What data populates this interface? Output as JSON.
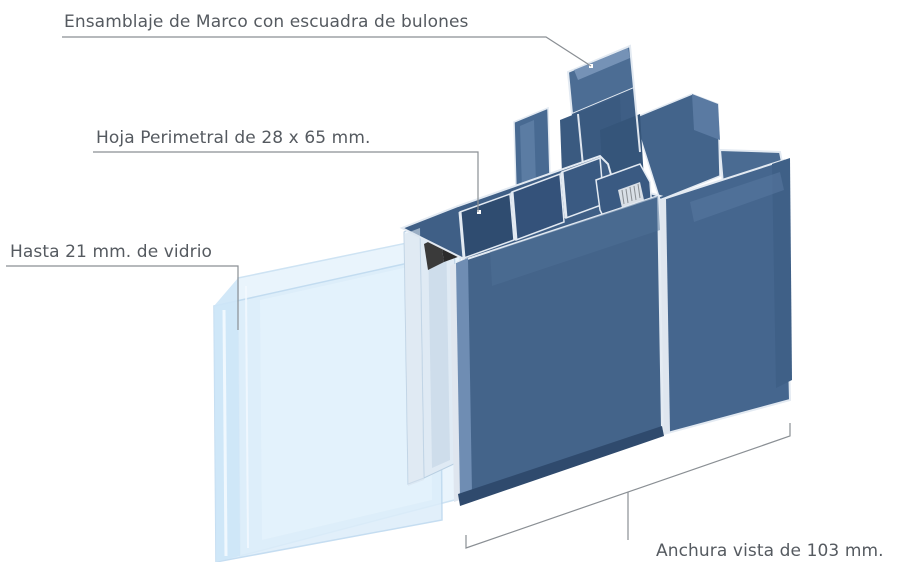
{
  "labels": {
    "frame_assembly": "Ensamblaje de Marco con escuadra de bulones",
    "sash": "Hoja Perimetral de 28 x 65 mm.",
    "glass": "Hasta 21 mm. de vidrio",
    "visible_width": "Anchura vista de 103 mm."
  },
  "colors": {
    "profile_face": "#44648a",
    "profile_dark": "#2f4a6d",
    "profile_light": "#6f8db3",
    "profile_edge": "#dfe6ef",
    "glass": "#d8ecfa",
    "gasket": "#2b2b2b",
    "callout_line": "#8a8f94",
    "label_text": "#555a60"
  }
}
